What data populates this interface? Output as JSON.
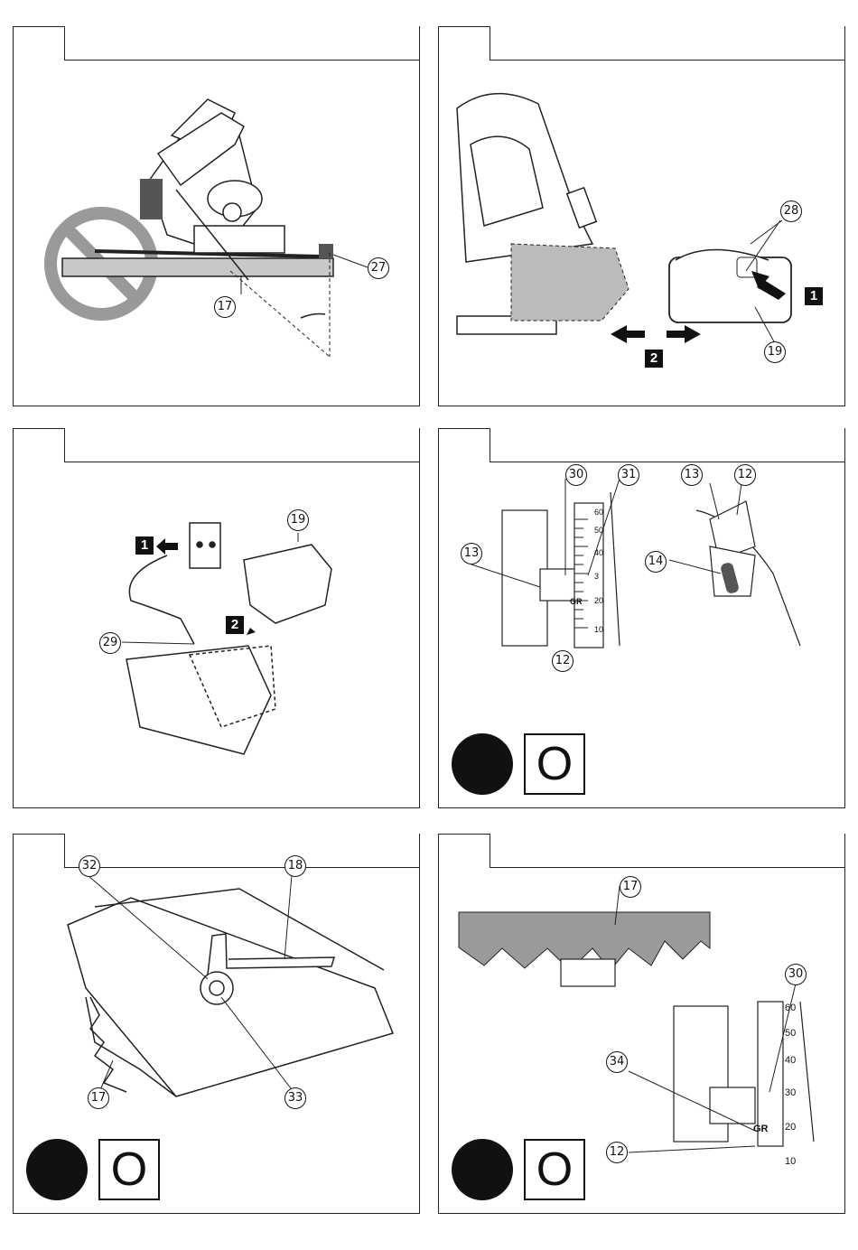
{
  "panels": [
    {
      "labels": [
        "27",
        "17"
      ]
    },
    {
      "labels": [
        "28",
        "19"
      ],
      "steps": [
        "1",
        "2"
      ]
    },
    {
      "labels": [
        "19",
        "29"
      ],
      "steps": [
        "1",
        "2"
      ]
    },
    {
      "labels": [
        "30",
        "31",
        "13",
        "12",
        "13",
        "12",
        "14"
      ],
      "scale": [
        "60",
        "50",
        "40",
        "3",
        "20",
        "10"
      ],
      "scale_mark": "GR",
      "status": "O"
    },
    {
      "labels": [
        "32",
        "18",
        "17",
        "33"
      ],
      "status": "O"
    },
    {
      "labels": [
        "17",
        "30",
        "34",
        "12"
      ],
      "scale": [
        "60",
        "50",
        "40",
        "30",
        "20",
        "10"
      ],
      "scale_mark": "GR",
      "status": "O"
    }
  ]
}
